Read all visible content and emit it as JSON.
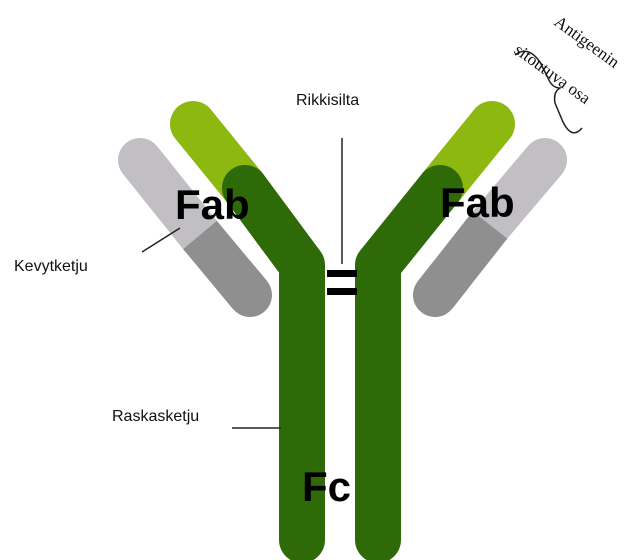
{
  "labels": {
    "disulfide": "Rikkisilta",
    "light_chain": "Kevytketju",
    "heavy_chain": "Raskasketju",
    "fab_left": "Fab",
    "fab_right": "Fab",
    "fc": "Fc",
    "antigen_line1": "Antigeenin",
    "antigen_line2": "sitoutuva osa"
  },
  "colors": {
    "heavy_dark": "#2e6a08",
    "heavy_variable": "#8db80f",
    "light_constant": "#8f8f8f",
    "light_variable": "#c2bfc4",
    "line": "#222222"
  }
}
